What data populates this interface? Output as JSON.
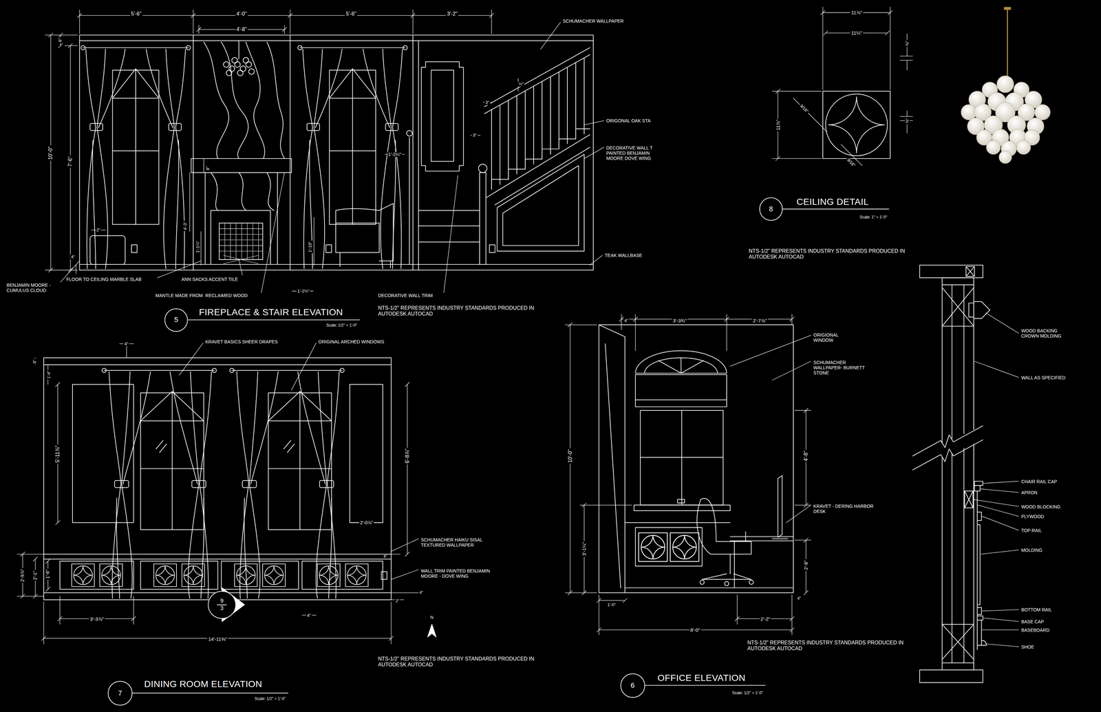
{
  "diagram": {
    "nodes": [
      {
        "text": [
          "5"
        ]
      },
      {
        "text": [
          "8"
        ]
      },
      {
        "text": [
          "7"
        ]
      },
      {
        "text": [
          "9",
          "3"
        ]
      },
      {
        "text": [
          "6"
        ]
      }
    ],
    "labels": [
      "5'-6\"",
      "4'-0\"",
      "5'-6\"",
      "3'-2\"",
      "4'-8\"",
      "6\"",
      "10'-0\"",
      "7'-6\"",
      "SCHUMACHER WALLPAPER",
      "ORIGONAL OAK STA",
      "DECORATIVE WALL T PAINTED BENJAMIN MOORE DOVE WING",
      "½\"",
      "3\"",
      "3\"",
      "1'-2¼\"",
      "8\"",
      "4'-3\"",
      "1'-1¼\"",
      "1'-10\"",
      "1'-2½\"",
      "2\"",
      "4\"",
      "BENJAMIN MOORE - CUMULUS CLOUD",
      "FLOOR TO CEILING MARBLE SLAB",
      "ANN SACKS ACCENT TILE",
      "MANTLE MADE FROM  RECLAIMED WOOD",
      "DECORATIVE WALL TRIM",
      "TEAK WALLBASE",
      "NTS-1/2\" REPRESENTS INDUSTRY STANDARDS PRODUCED IN AUTODESK AUTOCAD",
      "FIREPLACE & STAIR ELEVATION",
      "Scale: 1/2\" = 1'-0\"",
      "11⅞\"",
      "11¼\"",
      "11⅞\"",
      "⅜\"",
      "⅜\"",
      "9/16\"",
      "9/16\"",
      "CEILING DETAIL",
      "Scale: 1\" = 1'-0\"",
      "NTS-1/2\" REPRESENTS INDUSTRY STANDARDS PRODUCED IN AUTODESK AUTOCAD",
      "4\"",
      "KRAVET BASICS SHEER DRAPES",
      "ORIGINAL ARCHED WINDOWS",
      "6\"",
      "1'-4\"",
      "5'-11⅞\"",
      "6'-8⅞\"",
      "2'-0⅞\"",
      "SCHUMACHER HAIKU SISAL TEXTURED WALLPAPER",
      "WALL TRIM PAINTED BENJAMIN MOORE - DOVE WING",
      "6\"",
      "2'-9⅞\"",
      "2'-1\"",
      "1'-6\"",
      "4\"",
      "2\"",
      "4\"",
      "3'-3⅞\"",
      "14'-11⅜\"",
      "N",
      "NTS-1/2\" REPRESENTS INDUSTRY STANDARDS PRODUCED IN AUTODESK AUTOCAD",
      "DINING ROOM ELEVATION",
      "Scale: 1/2\" = 1'-0\"",
      "4\"",
      "3'-3¾\"",
      "2'-7⅞\"",
      "ORIGIONAL WINDOW",
      "SCHUMACHER WALLPAPER- BURNETT STONE",
      "10'-0\"",
      "4'-8\"",
      "KRAVET - DERING HARBOR DESK",
      "3'-1¼\"",
      "2'-6\"",
      "4\"",
      "1'-0\"",
      "2'-2\"",
      "8'-0\"",
      "NTS-1/2\" REPRESENTS INDUSTRY STANDARDS PRODUCED IN AUTODESK AUTOCAD",
      "OFFICE ELEVATION",
      "Scale: 1/2\" = 1'-0\"",
      "WOOD BACKING CROWN MOLDING",
      "WALL AS SPECIFIED",
      "CHAIR RAIL CAP",
      "APRON",
      "WOOD BLOCKING",
      "PLYWOOD",
      "TOP RAIL",
      "MOLDING",
      "BOTTOM RAIL",
      "BASE CAP",
      "BASEBOARD",
      "SHOE"
    ]
  }
}
